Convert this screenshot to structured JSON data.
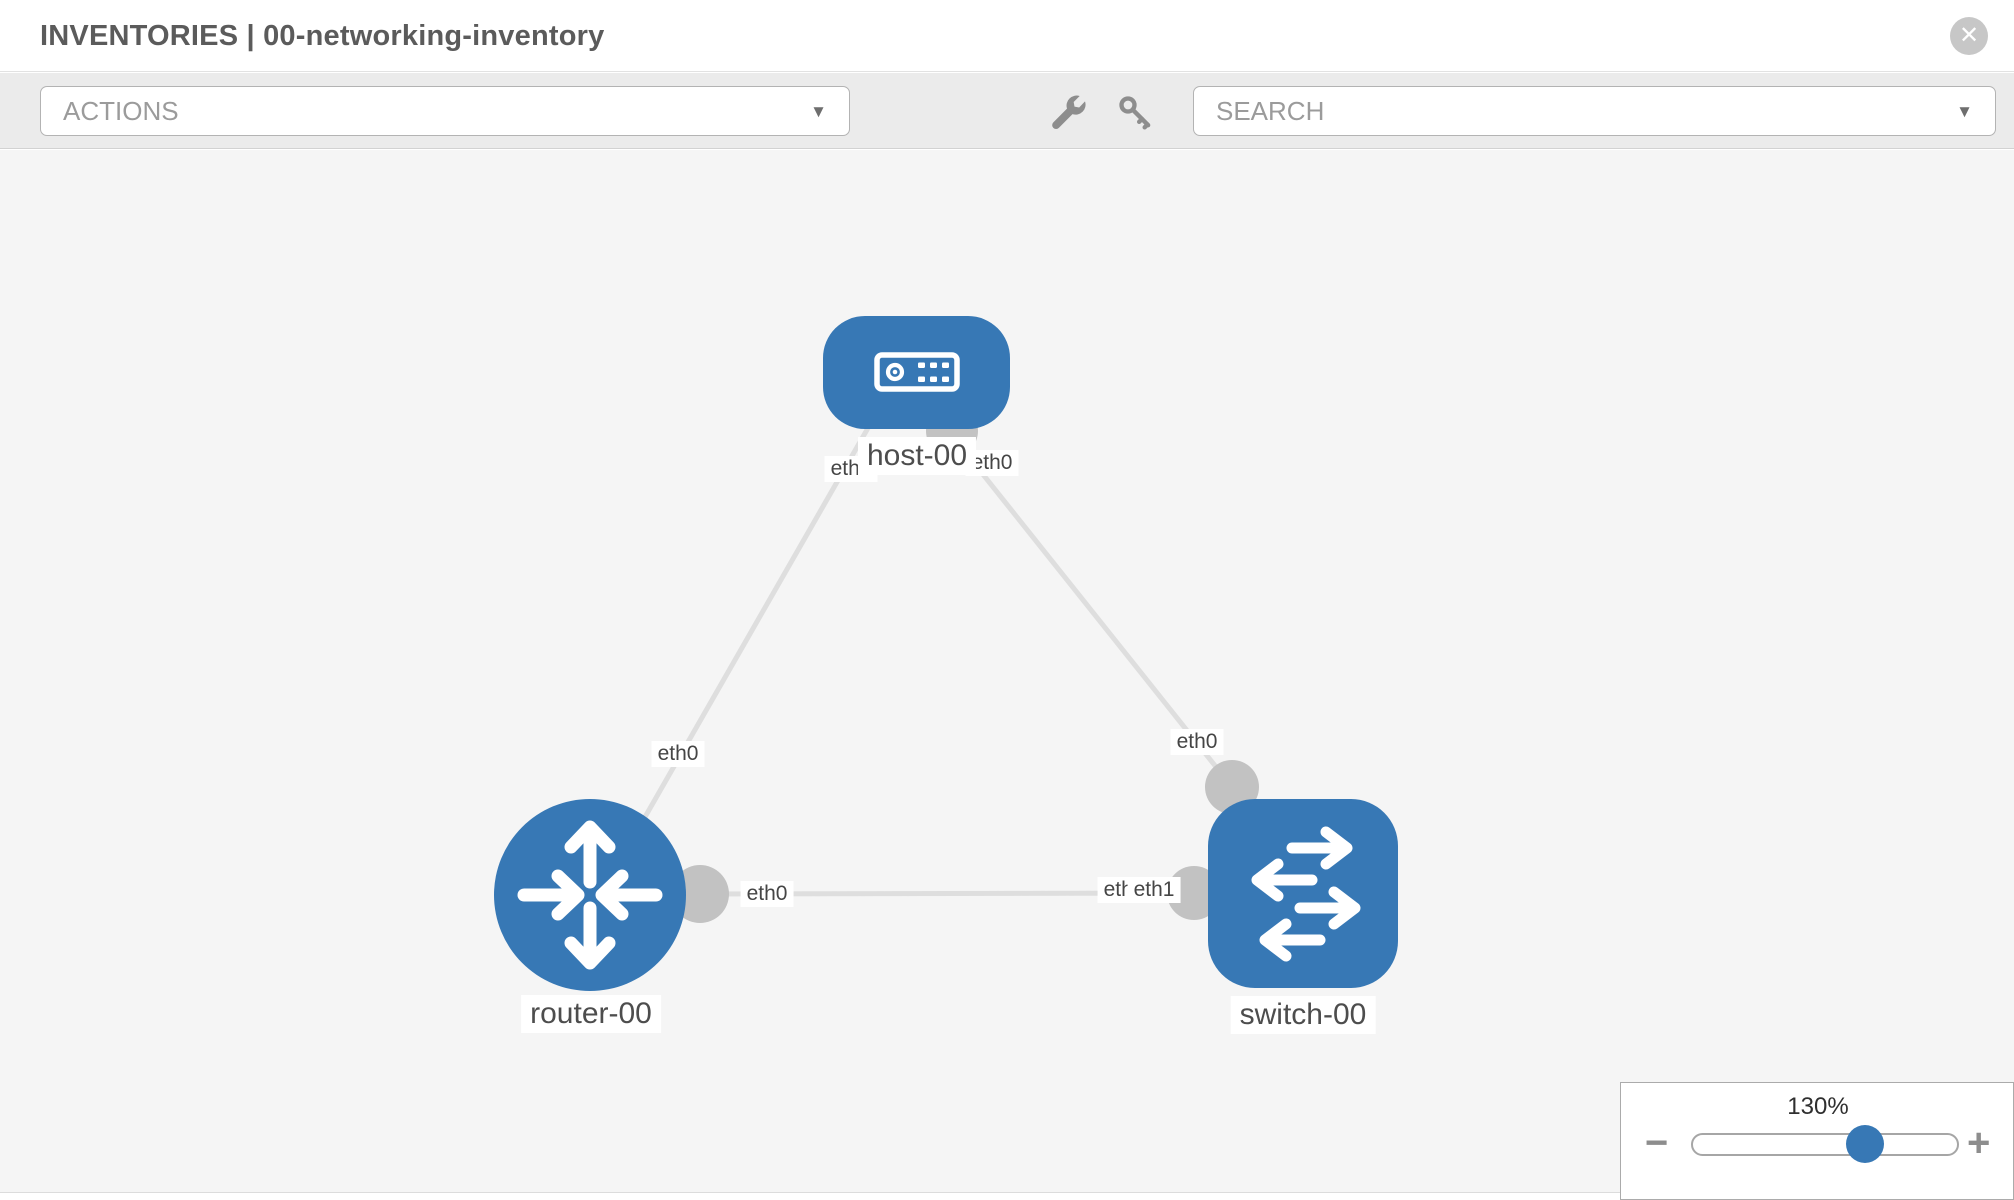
{
  "header": {
    "title": "INVENTORIES | 00-networking-inventory",
    "close_icon": "✕"
  },
  "toolbar": {
    "actions_label": "ACTIONS",
    "search_label": "SEARCH",
    "caret_icon": "▼",
    "icons": [
      "wrench-icon",
      "key-icon"
    ]
  },
  "topology": {
    "nodes": [
      {
        "id": "host-00",
        "type": "host",
        "label": "host-00"
      },
      {
        "id": "router-00",
        "type": "router",
        "label": "router-00"
      },
      {
        "id": "switch-00",
        "type": "switch",
        "label": "switch-00"
      }
    ],
    "links": [
      {
        "from": "host-00",
        "to": "router-00",
        "from_interface": "eth0",
        "to_interface": "eth0"
      },
      {
        "from": "host-00",
        "to": "switch-00",
        "from_interface": "eth0",
        "to_interface": "eth0"
      },
      {
        "from": "router-00",
        "to": "switch-00",
        "from_interface": "eth0",
        "to_interface": "eth1",
        "partially_hidden_interface": "eth0"
      }
    ]
  },
  "zoom_control": {
    "level": "130%",
    "minus_icon": "−",
    "plus_icon": "+"
  },
  "colors": {
    "node_blue": "#3778b5",
    "link_gray": "#dedede",
    "connector_gray": "#c2c2c2",
    "toolbar_bg": "#ebebeb",
    "canvas_bg": "#f5f5f5"
  }
}
